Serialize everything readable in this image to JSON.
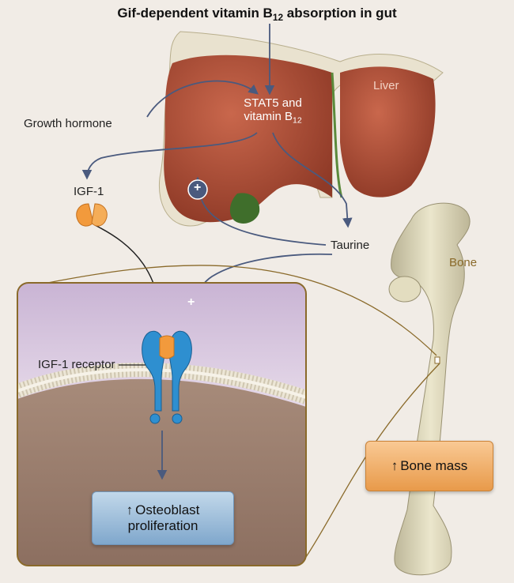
{
  "title": {
    "main": "Gif-dependent vitamin B",
    "sub": "12",
    "rest": " absorption in gut"
  },
  "labels": {
    "growth_hormone": "Growth hormone",
    "stat5_line1": "STAT5 and",
    "stat5_line2": "vitamin B",
    "stat5_sub": "12",
    "igf1": "IGF-1",
    "taurine": "Taurine",
    "liver": "Liver",
    "bone": "Bone",
    "igf1_receptor": "IGF-1 receptor"
  },
  "boxes": {
    "osteoblast_arrow": "↑",
    "osteoblast_line1": "Osteoblast",
    "osteoblast_line2": "proliferation",
    "bone_mass_arrow": "↑",
    "bone_mass": "Bone mass"
  },
  "symbols": {
    "plus": "+"
  },
  "colors": {
    "liver": "#b5523a",
    "gallbladder": "#3f6e2b",
    "bone": "#ddd7b8",
    "igf1": "#f29a3c",
    "receptor": "#2e8fd0",
    "arrow": "#4a5a7e",
    "outline": "#8a6a2a"
  }
}
